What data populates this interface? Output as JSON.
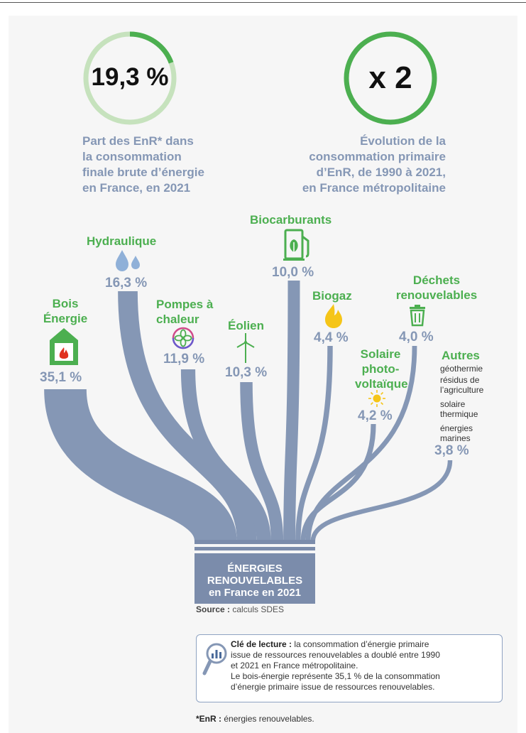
{
  "kpis": [
    {
      "value": "19,3 %",
      "text": [
        "Part des EnR* dans",
        "la consommation",
        "finale brute d’énergie",
        "en France, en 2021"
      ]
    },
    {
      "value": "x 2",
      "text": [
        "Évolution de la",
        "consommation primaire",
        "d’EnR, de 1990 à 2021,",
        "en France métropolitaine"
      ]
    }
  ],
  "chart_data": {
    "type": "sankey",
    "target": [
      "ÉNERGIES",
      "RENOUVELABLES",
      "en France en 2021"
    ],
    "sources": [
      {
        "label": [
          "Bois",
          "Énergie"
        ],
        "value": 35.1,
        "display": "35,1 %",
        "icon": "bois-energie-icon"
      },
      {
        "label": [
          "Hydraulique"
        ],
        "value": 16.3,
        "display": "16,3 %",
        "icon": "water-drops-icon"
      },
      {
        "label": [
          "Pompes à",
          "chaleur"
        ],
        "value": 11.9,
        "display": "11,9 %",
        "icon": "heat-pump-icon"
      },
      {
        "label": [
          "Éolien"
        ],
        "value": 10.3,
        "display": "10,3 %",
        "icon": "wind-turbine-icon"
      },
      {
        "label": [
          "Biocarburants"
        ],
        "value": 10.0,
        "display": "10,0 %",
        "icon": "fuel-pump-icon"
      },
      {
        "label": [
          "Biogaz"
        ],
        "value": 4.4,
        "display": "4,4 %",
        "icon": "flame-icon"
      },
      {
        "label": [
          "Solaire",
          "photo-",
          "voltaïque"
        ],
        "value": 4.2,
        "display": "4,2 %",
        "icon": "sun-icon"
      },
      {
        "label": [
          "Déchets",
          "renouvelables"
        ],
        "value": 4.0,
        "display": "4,0 %",
        "icon": "trash-bin-icon"
      },
      {
        "label": [
          "Autres"
        ],
        "value": 3.8,
        "display": "3,8 %",
        "icon": "",
        "notes": [
          "géothermie",
          "résidus de",
          "l’agriculture",
          "solaire",
          "thermique",
          "énergies",
          "marines"
        ]
      }
    ],
    "source": {
      "label": "Source :",
      "text": "calculs SDES"
    }
  },
  "reading_key": {
    "label": "Clé de lecture :",
    "line1": "la consommation d’énergie primaire",
    "lines": [
      "issue de ressources renouvelables a doublé entre 1990",
      "et 2021 en France métropolitaine.",
      "Le bois-énergie représente 35,1 % de la consommation",
      "d’énergie primaire issue de ressources renouvelables."
    ]
  },
  "footnote": {
    "label": "*EnR :",
    "text": "énergies renouvelables."
  },
  "colors": {
    "green": "#4caf50",
    "light_green": "#c6e2bd",
    "flow": "#8597b5",
    "trunk": "#7b8cab",
    "text_blue": "#8597b5"
  }
}
